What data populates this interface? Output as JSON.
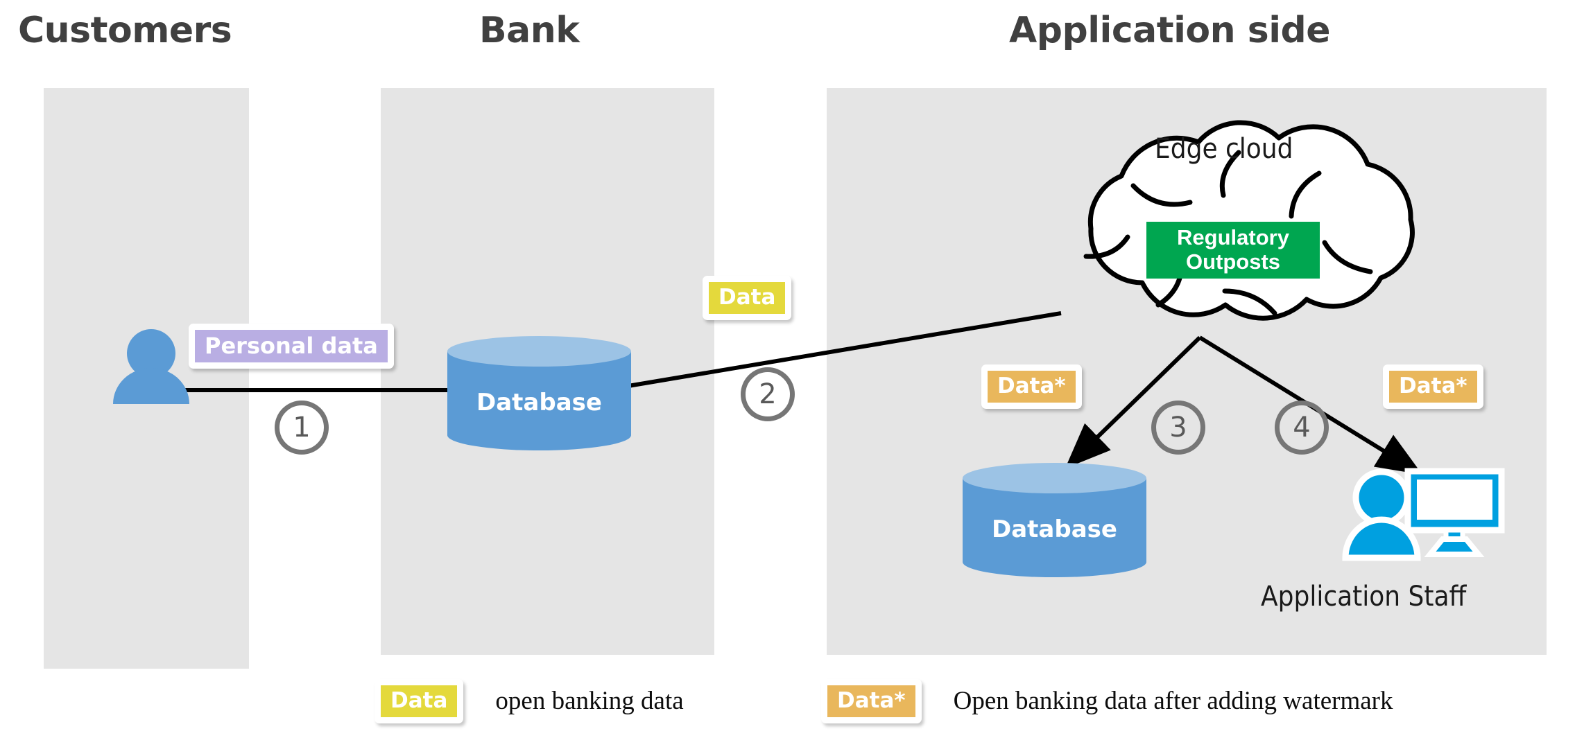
{
  "columns": [
    {
      "id": "customers",
      "title": "Customers"
    },
    {
      "id": "bank",
      "title": "Bank"
    },
    {
      "id": "app",
      "title": "Application side"
    }
  ],
  "badges": {
    "personal_data": "Personal data",
    "data": "Data",
    "data_watermarked": "Data*"
  },
  "steps": [
    {
      "number": "1"
    },
    {
      "number": "2"
    },
    {
      "number": "3"
    },
    {
      "number": "4"
    }
  ],
  "nodes": {
    "bank_database": "Database",
    "app_database": "Database",
    "edge_cloud_label": "Edge cloud",
    "regulatory_outposts_line1": "Regulatory",
    "regulatory_outposts_line2": "Outposts",
    "application_staff": "Application Staff",
    "customer_icon_name": "customer-person-icon",
    "staff_icon_name": "staff-person-computer-icon"
  },
  "legend": [
    {
      "badge": "Data",
      "style": "yellow",
      "text": "open banking data"
    },
    {
      "badge": "Data*",
      "style": "orange",
      "text": "Open banking data after adding watermark"
    }
  ],
  "colors": {
    "panel_bg": "#E5E5E5",
    "heading": "#404040",
    "database_body": "#5B9BD5",
    "database_top": "#9CC3E5",
    "personal_data_badge": "#B9AEE3",
    "data_badge": "#E4D93C",
    "data_watermark_badge": "#E9B75C",
    "regulatory_green": "#00A650",
    "person_blue": "#5B9BD5",
    "staff_blue": "#00A0E0",
    "step_circle": "#767676",
    "connector": "#000000"
  }
}
